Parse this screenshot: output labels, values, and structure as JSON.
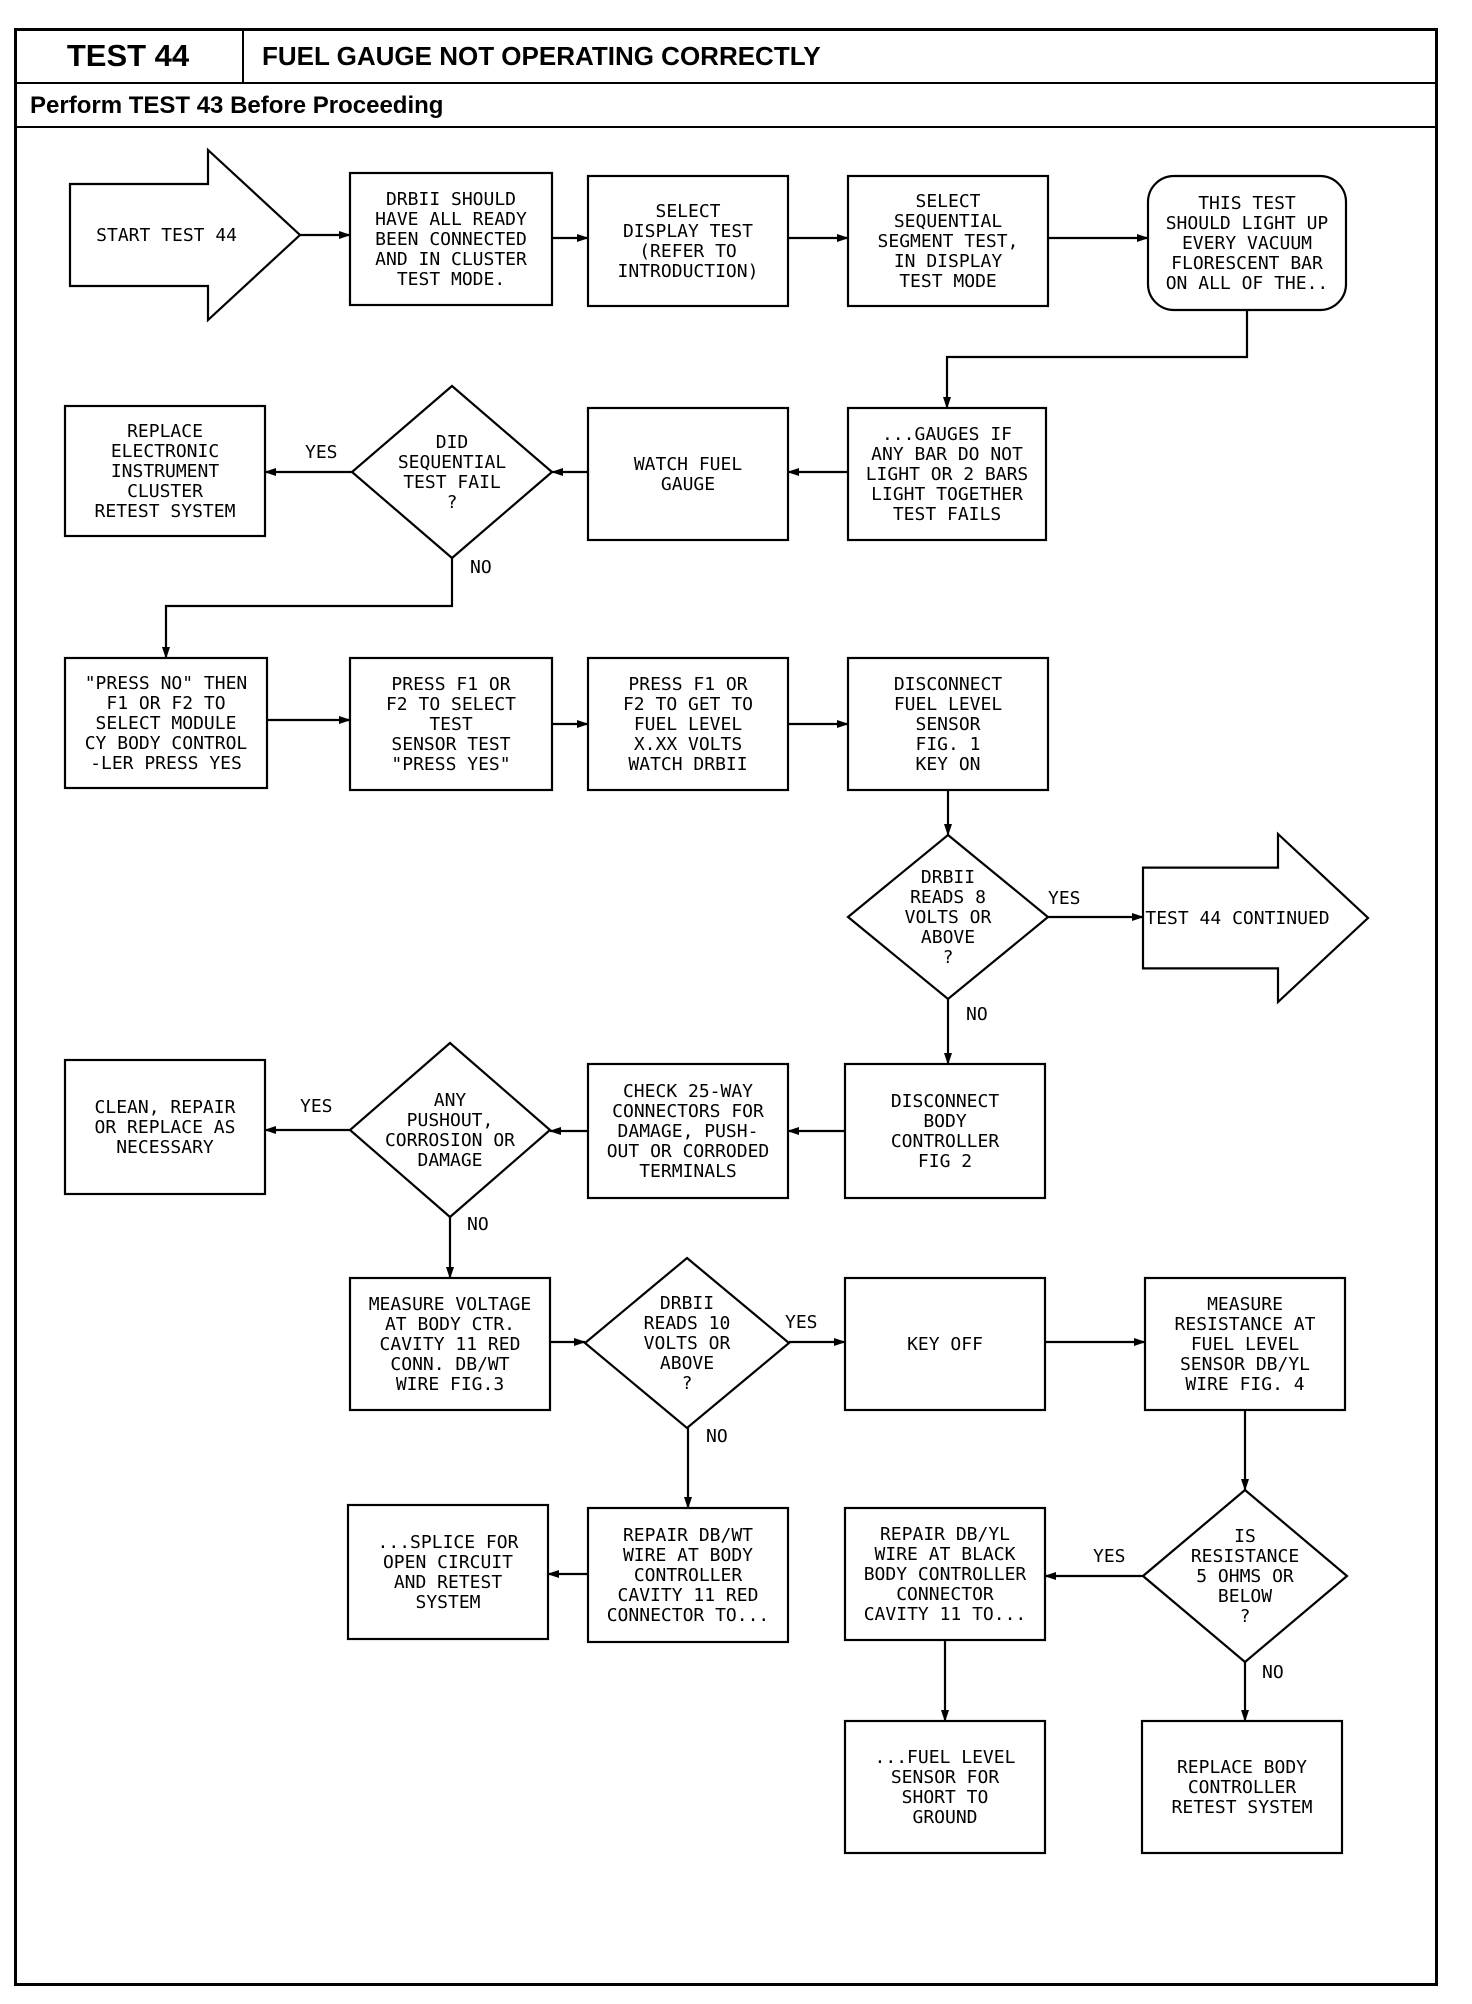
{
  "header": {
    "test_label": "TEST 44",
    "title": "FUEL GAUGE NOT OPERATING CORRECTLY",
    "subtitle": "Perform TEST 43 Before Proceeding"
  },
  "flow": {
    "start": [
      "START TEST 44"
    ],
    "drbii_connected": [
      "DRBII SHOULD",
      "HAVE ALL READY",
      "BEEN CONNECTED",
      "AND IN CLUSTER",
      "TEST MODE."
    ],
    "select_display": [
      "SELECT",
      "DISPLAY TEST",
      "(REFER TO",
      "INTRODUCTION)"
    ],
    "select_sequential": [
      "SELECT",
      "SEQUENTIAL",
      "SEGMENT TEST,",
      "IN DISPLAY",
      "TEST MODE"
    ],
    "this_test": [
      "THIS TEST",
      "SHOULD LIGHT UP",
      "EVERY VACUUM",
      "FLORESCENT BAR",
      "ON ALL OF THE.."
    ],
    "gauges_if": [
      "...GAUGES IF",
      "ANY BAR DO NOT",
      "LIGHT OR 2 BARS",
      "LIGHT TOGETHER",
      "TEST FAILS"
    ],
    "watch_fuel": [
      "WATCH FUEL",
      "GAUGE"
    ],
    "did_sequential": [
      "DID",
      "SEQUENTIAL",
      "TEST FAIL",
      "?"
    ],
    "replace_cluster": [
      "REPLACE",
      "ELECTRONIC",
      "INSTRUMENT",
      "CLUSTER",
      "RETEST SYSTEM"
    ],
    "press_no": [
      "\"PRESS NO\" THEN",
      "F1 OR F2 TO",
      "SELECT MODULE",
      "CY BODY CONTROL",
      "-LER PRESS YES"
    ],
    "press_f1_select": [
      "PRESS F1 OR",
      "F2 TO SELECT",
      "TEST",
      "SENSOR TEST",
      "\"PRESS YES\""
    ],
    "press_f1_get": [
      "PRESS F1 OR",
      "F2 TO GET TO",
      "FUEL LEVEL",
      "X.XX VOLTS",
      "WATCH DRBII"
    ],
    "disconnect_sensor": [
      "DISCONNECT",
      "FUEL LEVEL",
      "SENSOR",
      "FIG. 1",
      "KEY ON"
    ],
    "drbii_8v": [
      "DRBII",
      "READS 8",
      "VOLTS OR",
      "ABOVE",
      "?"
    ],
    "test44_continued": [
      "TEST 44 CONTINUED"
    ],
    "disconnect_body": [
      "DISCONNECT",
      "BODY",
      "CONTROLLER",
      "FIG 2"
    ],
    "check_25way": [
      "CHECK 25-WAY",
      "CONNECTORS FOR",
      "DAMAGE, PUSH-",
      "OUT OR CORRODED",
      "TERMINALS"
    ],
    "any_pushout": [
      "ANY",
      "PUSHOUT,",
      "CORROSION OR",
      "DAMAGE"
    ],
    "clean_repair": [
      "CLEAN, REPAIR",
      "OR REPLACE AS",
      "NECESSARY"
    ],
    "measure_voltage": [
      "MEASURE VOLTAGE",
      "AT BODY CTR.",
      "CAVITY 11 RED",
      "CONN. DB/WT",
      "WIRE FIG.3"
    ],
    "drbii_10v": [
      "DRBII",
      "READS 10",
      "VOLTS OR",
      "ABOVE",
      "?"
    ],
    "key_off": [
      "KEY OFF"
    ],
    "measure_resistance": [
      "MEASURE",
      "RESISTANCE AT",
      "FUEL LEVEL",
      "SENSOR DB/YL",
      "WIRE FIG. 4"
    ],
    "resistance_5": [
      "IS",
      "RESISTANCE",
      "5 OHMS OR",
      "BELOW",
      "?"
    ],
    "repair_dbyl": [
      "REPAIR DB/YL",
      "WIRE AT BLACK",
      "BODY CONTROLLER",
      "CONNECTOR",
      "CAVITY 11 TO..."
    ],
    "repair_dbwt": [
      "REPAIR DB/WT",
      "WIRE AT BODY",
      "CONTROLLER",
      "CAVITY 11 RED",
      "CONNECTOR TO..."
    ],
    "splice": [
      "...SPLICE FOR",
      "OPEN CIRCUIT",
      "AND RETEST",
      "SYSTEM"
    ],
    "fuel_short": [
      "...FUEL LEVEL",
      "SENSOR FOR",
      "SHORT TO",
      "GROUND"
    ],
    "replace_body": [
      "REPLACE BODY",
      "CONTROLLER",
      "RETEST SYSTEM"
    ]
  },
  "labels": {
    "yes": "YES",
    "no": "NO"
  }
}
